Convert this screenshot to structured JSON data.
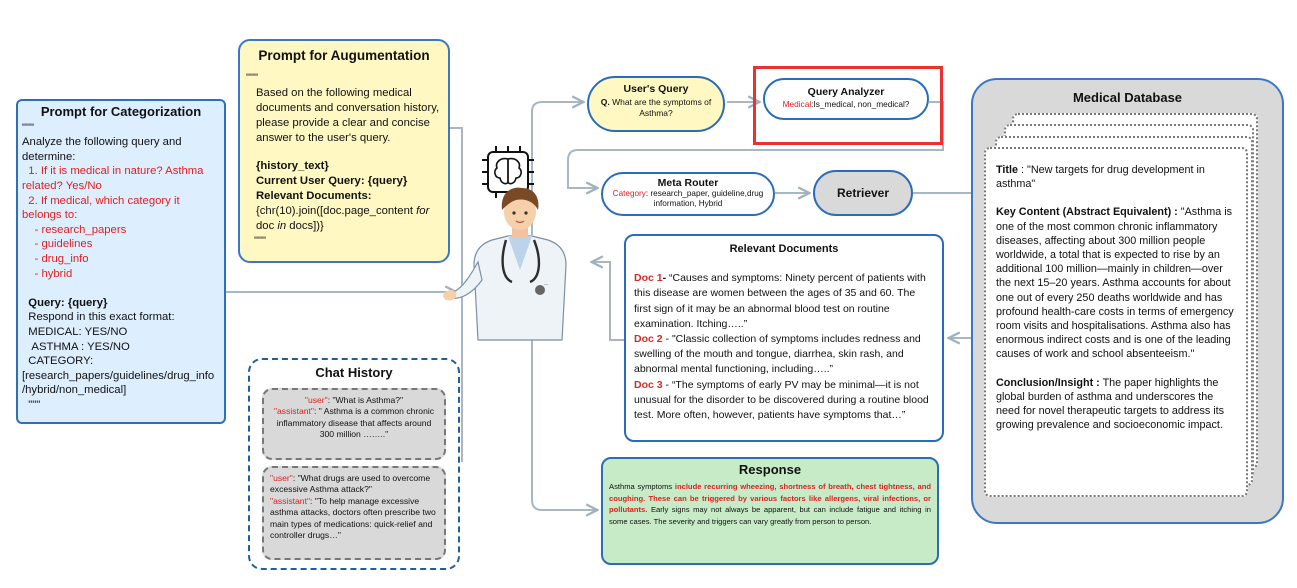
{
  "categorization": {
    "title": "Prompt for Categorization",
    "lines": [
      {
        "text": "\"\"\"",
        "color": "black"
      },
      {
        "text": "Analyze the following query and determine:",
        "color": "black"
      },
      {
        "text": "  1. If it is medical in nature? Asthma related? Yes/No",
        "color": "red"
      },
      {
        "text": "  2. If medical, which category it belongs to:",
        "color": "red"
      },
      {
        "text": "    - research_papers",
        "color": "red"
      },
      {
        "text": "    - guidelines",
        "color": "red"
      },
      {
        "text": "    - drug_info",
        "color": "red"
      },
      {
        "text": "    - hybrid",
        "color": "red"
      },
      {
        "text": " ",
        "color": "black"
      },
      {
        "text": "  Query: {query}",
        "color": "black",
        "bold": true
      },
      {
        "text": "  Respond in this exact format:",
        "color": "black"
      },
      {
        "text": "  MEDICAL: YES/NO",
        "color": "black"
      },
      {
        "text": "   ASTHMA : YES/NO",
        "color": "black"
      },
      {
        "text": "  CATEGORY: [research_papers/guidelines/drug_info /hybrid/non_medical]",
        "color": "black"
      },
      {
        "text": "  \"\"\"",
        "color": "black"
      }
    ]
  },
  "augmentation": {
    "title": "Prompt for Augumentation",
    "quote_open": "\"\"\"",
    "intro": "Based on the following medical documents and conversation history, please provide a clear and concise answer to the user's query.",
    "history": "{history_text}",
    "current_query": "Current User Query: {query}",
    "relevant_label": "Relevant Documents:",
    "code_a": "{chr(10).join([doc.page_content ",
    "code_for": "for",
    "code_b": " doc ",
    "code_in": "in",
    "code_c": " docs])}",
    "quote_close": "\"\"\""
  },
  "chat_history": {
    "title": "Chat History",
    "bubbles": [
      {
        "user_role": "user",
        "user_text": ": \"What is Asthma?\"",
        "assistant_role": "assistant",
        "assistant_text": ": \" Asthma is a common chronic inflammatory disease that affects around 300 million  ……..\""
      },
      {
        "user_role": "user",
        "user_text": ": \"What drugs are used to overcome excessive Asthma attack?\"",
        "assistant_role": "assistant",
        "assistant_text": ": \"To help manage excessive asthma attacks, doctors often prescribe two main types of medications: quick-relief and controller drugs…\""
      }
    ]
  },
  "users_query": {
    "title": "User's Query",
    "q_label": "Q.",
    "q_text": " What are the symptoms of Asthma?"
  },
  "query_analyzer": {
    "title": "Query Analyzer",
    "label": "Medical",
    "text": ":Is_medical, non_medical?"
  },
  "meta_router": {
    "title": "Meta Router",
    "label": "Category",
    "text": ": research_paper, guideline,drug information, Hybrid"
  },
  "retriever": {
    "title": "Retriever"
  },
  "relevant_documents": {
    "title": "Relevant Documents",
    "docs": [
      {
        "label": "Doc 1",
        "sep": "- ",
        "text": "“Causes and symptoms: Ninety percent of patients with this disease are women between the ages of 35 and 60. The first sign of it may be an abnormal blood test on routine examination. Itching…..”"
      },
      {
        "label": "Doc 2",
        "sep": " - ",
        "text": "\"Classic collection of symptoms includes redness and swelling of the mouth and tongue, diarrhea, skin rash, and abnormal mental functioning, including…..”"
      },
      {
        "label": "Doc 3",
        "sep": " - ",
        "text": "“The symptoms of early PV may be minimal—it is not unusual for the disorder to be discovered during a routine blood test. More often, however, patients have symptoms that…”"
      }
    ]
  },
  "response": {
    "title": "Response",
    "part1": "Asthma symptoms ",
    "highlight": "include recurring wheezing, shortness of breath, chest tightness, and coughing. These can be triggered by various factors like allergens, viral infections, or pollutants.",
    "part2": " Early signs may not always be apparent, but can include fatigue and itching in some cases. The severity and triggers can vary greatly from person to person."
  },
  "medical_database": {
    "title": "Medical Database",
    "title_label": "Title",
    "title_value": " : \"New targets for drug development in asthma\"",
    "key_label": "Key Content (Abstract Equivalent) :",
    "key_value": " \"Asthma is one of the most common chronic inflammatory diseases, affecting about 300 million people worldwide, a total that is expected to rise by an additional 100 million—mainly in children—over the next 15–20 years. Asthma accounts for about one out of every 250 deaths worldwide and has profound health-care costs in terms of emergency room visits and hospitalisations. Asthma also has enormous indirect costs and is one of the leading causes of work and school absenteeism.\"",
    "conclusion_label": "Conclusion/Insight :",
    "conclusion_value": " The paper highlights the global burden of asthma and underscores the need for novel therapeutic targets to address its growing prevalence and socioeconomic impact."
  },
  "colors": {
    "accent": "#2b6cb8",
    "highlight": "#e02020",
    "frame": "#ea3233",
    "response_bg": "#c7ebc7",
    "prompt_bg": "#fff8c2",
    "cat_bg": "#ddeeff"
  }
}
